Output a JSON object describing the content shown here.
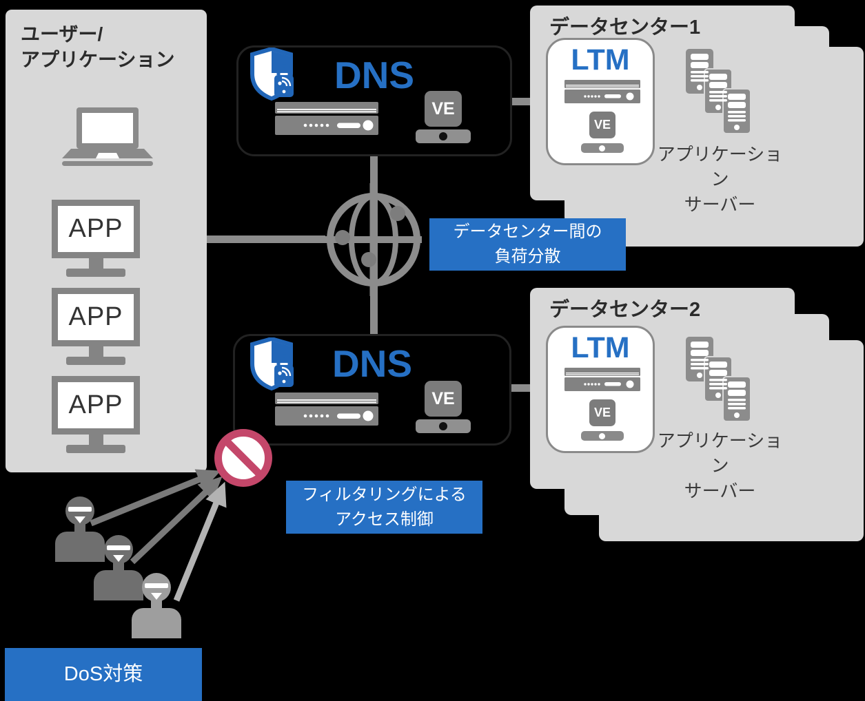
{
  "colors": {
    "accent_blue": "#2670c4",
    "brand_blue": "#2166b8",
    "panel_gray": "#d8d8d8",
    "icon_gray": "#8c8c8c",
    "dark_gray": "#6f6f6f",
    "light_gray": "#9e9e9e",
    "prohibit_pink": "#c4476a",
    "text_dark": "#2b2b2b",
    "white": "#ffffff"
  },
  "user_panel": {
    "title_line1": "ユーザー/",
    "title_line2": "アプリケーション",
    "apps": [
      "APP",
      "APP",
      "APP"
    ]
  },
  "dns_boxes": [
    {
      "label": "DNS",
      "ve_label": "VE"
    },
    {
      "label": "DNS",
      "ve_label": "VE"
    }
  ],
  "datacenters": [
    {
      "title": "データセンター1",
      "ltm_label": "LTM",
      "ve_label": "VE",
      "caption_line1": "アプリケーション",
      "caption_line2": "サーバー"
    },
    {
      "title": "データセンター2",
      "ltm_label": "LTM",
      "ve_label": "VE",
      "caption_line1": "アプリケーション",
      "caption_line2": "サーバー"
    }
  ],
  "callouts": {
    "gslb": {
      "line1": "データセンター間の",
      "line2": "負荷分散"
    },
    "filtering": {
      "line1": "フィルタリングによる",
      "line2": "アクセス制御"
    },
    "dos": {
      "label": "DoS対策"
    }
  }
}
